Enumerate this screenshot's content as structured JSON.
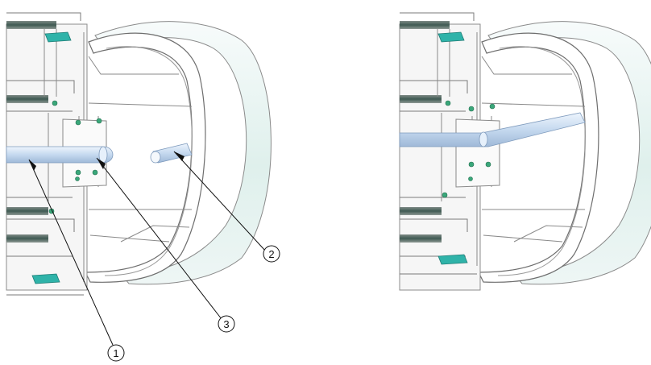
{
  "figure": {
    "panels": [
      {
        "id": "before",
        "rod_state": "short"
      },
      {
        "id": "after",
        "rod_state": "extended"
      }
    ],
    "callouts": [
      {
        "id": "1",
        "label": "1"
      },
      {
        "id": "2",
        "label": "2"
      },
      {
        "id": "3",
        "label": "3"
      }
    ],
    "colors": {
      "frame": "#f7f7f7",
      "edge": "#6e6e6e",
      "rod": "#cfe0f3",
      "rod_edge": "#7f9bbd",
      "shell": "#e8f4f1",
      "clip": "#2fb3a9",
      "screw": "#3aa77a"
    }
  }
}
